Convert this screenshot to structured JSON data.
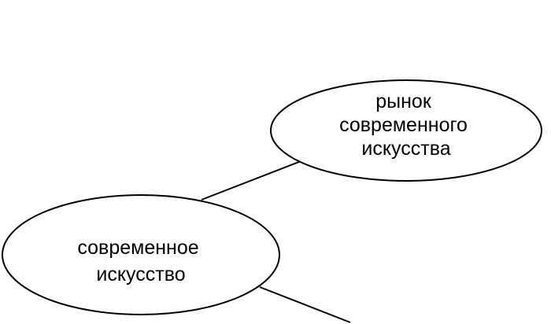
{
  "diagram": {
    "nodes": [
      {
        "id": "contemporary-art",
        "lines": [
          "современное",
          "искусство"
        ]
      },
      {
        "id": "contemporary-art-market",
        "lines": [
          "рынок",
          "современного",
          "искусства"
        ]
      }
    ],
    "edges": [
      {
        "from": "contemporary-art",
        "to": "contemporary-art-market"
      },
      {
        "from": "contemporary-art",
        "to": "offscreen"
      }
    ],
    "colors": {
      "stroke": "#000000",
      "fill": "#ffffff",
      "text": "#000000"
    }
  }
}
